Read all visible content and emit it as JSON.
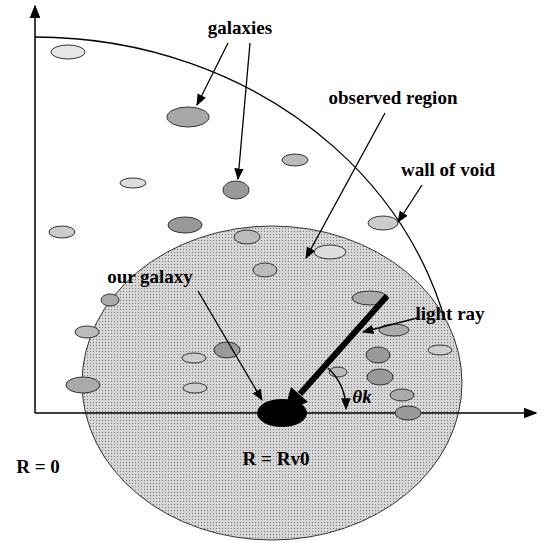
{
  "diagram": {
    "labels": [
      "galaxies",
      "observed region",
      "wall of void",
      "our galaxy",
      "light ray",
      "θk",
      "R = 0",
      "R = Rv0"
    ]
  }
}
